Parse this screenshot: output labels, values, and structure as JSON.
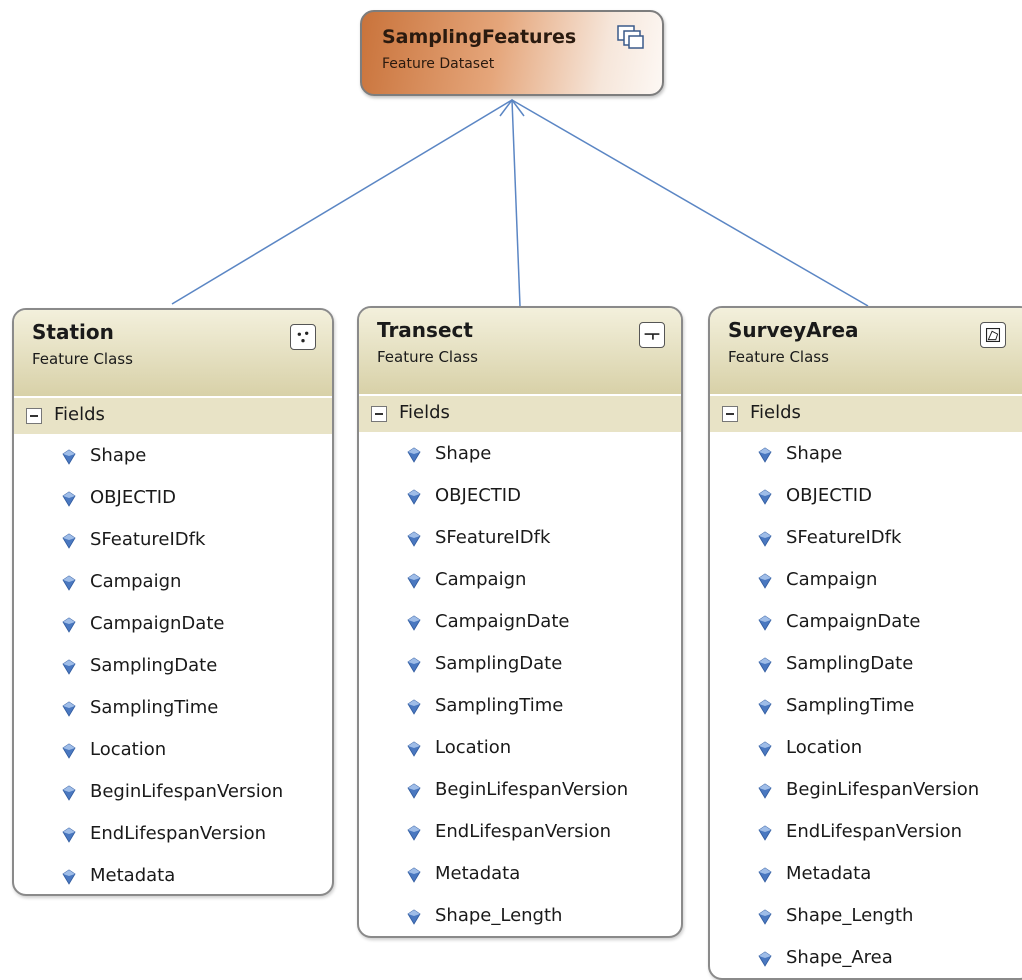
{
  "dataset": {
    "title": "SamplingFeatures",
    "subtitle": "Feature Dataset",
    "icon": "feature-dataset-icon",
    "colors": {
      "gradient_start": "#c9733b",
      "gradient_end": "#fdf8f4"
    }
  },
  "feature_classes": [
    {
      "title": "Station",
      "subtitle": "Feature Class",
      "icon": "point-feature-icon",
      "section_label": "Fields",
      "fields": [
        "Shape",
        "OBJECTID",
        "SFeatureIDfk",
        "Campaign",
        "CampaignDate",
        "SamplingDate",
        "SamplingTime",
        "Location",
        "BeginLifespanVersion",
        "EndLifespanVersion",
        "Metadata"
      ]
    },
    {
      "title": "Transect",
      "subtitle": "Feature Class",
      "icon": "line-feature-icon",
      "section_label": "Fields",
      "fields": [
        "Shape",
        "OBJECTID",
        "SFeatureIDfk",
        "Campaign",
        "CampaignDate",
        "SamplingDate",
        "SamplingTime",
        "Location",
        "BeginLifespanVersion",
        "EndLifespanVersion",
        "Metadata",
        "Shape_Length"
      ]
    },
    {
      "title": "SurveyArea",
      "subtitle": "Feature Class",
      "icon": "polygon-feature-icon",
      "section_label": "Fields",
      "fields": [
        "Shape",
        "OBJECTID",
        "SFeatureIDfk",
        "Campaign",
        "CampaignDate",
        "SamplingDate",
        "SamplingTime",
        "Location",
        "BeginLifespanVersion",
        "EndLifespanVersion",
        "Metadata",
        "Shape_Length",
        "Shape_Area"
      ]
    }
  ],
  "colors": {
    "header_gradient_top": "#f3f0dc",
    "header_gradient_bottom": "#d8d1a8",
    "section_band": "#e8e3c6",
    "connector": "#5b86c4",
    "field_icon": "#4a78c0"
  }
}
